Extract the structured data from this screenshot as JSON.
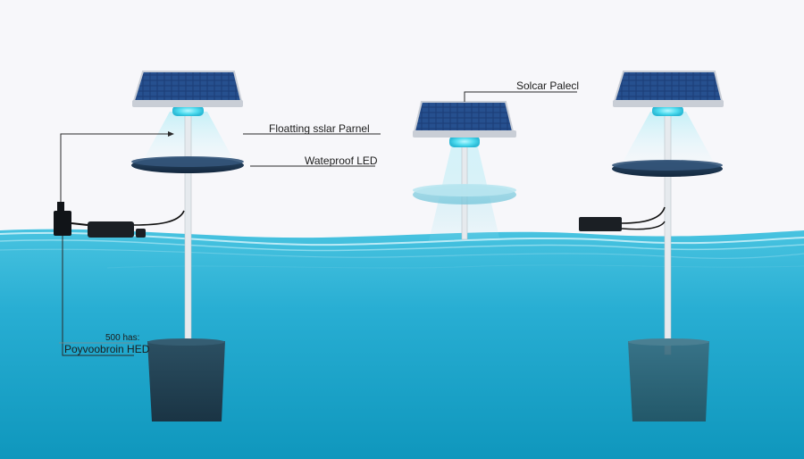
{
  "labels": {
    "floating_panel": "Floatting sslar Parnel",
    "waterproof_led": "Wateproof LED",
    "solar_panel": "Solcar Palecl",
    "depth": "500 has:",
    "housing": "Poyvoobroin HED"
  },
  "colors": {
    "sky": "#f7f7fa",
    "water_top": "#3fbedd",
    "water_deep": "#0f9cc1",
    "panel_cell": "#1d3f7a",
    "panel_frame": "#c9ced6",
    "led_glow": "#5fe3f2",
    "float_disk": "#1c3550",
    "anchor_block": "#204050",
    "pole": "#e4e8ec",
    "callout_line": "#2a2a2a"
  },
  "units": [
    {
      "name": "left-unit",
      "float_style": "solid",
      "anchor": true
    },
    {
      "name": "center-unit",
      "float_style": "translucent",
      "anchor": false
    },
    {
      "name": "right-unit",
      "float_style": "solid",
      "anchor": true
    }
  ]
}
